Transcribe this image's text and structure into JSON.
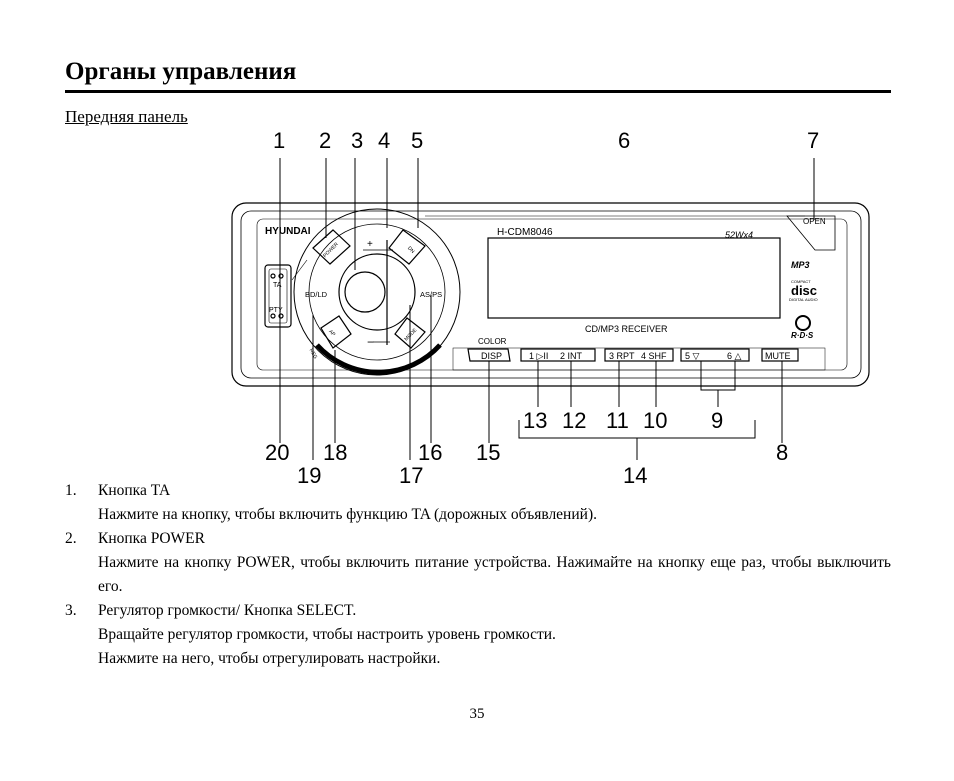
{
  "header": {
    "title": "Органы управления",
    "subtitle": "Передняя панель"
  },
  "diagram": {
    "callouts_top": [
      "1",
      "2",
      "3",
      "4",
      "5",
      "6",
      "7"
    ],
    "callouts_bottom_row1": [
      "20",
      "18",
      "16",
      "15",
      "8"
    ],
    "callouts_bottom_row2": [
      "19",
      "17",
      "14"
    ],
    "callouts_middle": [
      "13",
      "12",
      "11",
      "10",
      "9"
    ],
    "panel": {
      "brand": "HYUNDAI",
      "model": "H-CDM8046",
      "power_rating": "52Wx4",
      "receiver_label": "CD/MP3 RECEIVER",
      "open": "OPEN",
      "color": "COLOR",
      "mp3": "MP3",
      "compact": "COMPACT",
      "disc": "disc",
      "digital_audio": "DIGITAL AUDIO",
      "rds": "R·D·S",
      "ta": "TA",
      "pty": "PTY",
      "bd_ld": "BD/LD",
      "as_ps": "AS/PS",
      "power_btn": "POWER",
      "dn_btn": "DN",
      "ap_btn": "AP",
      "mode_btn": "MODE",
      "reg": "REG",
      "plus": "+",
      "minus": "−",
      "buttons": {
        "disp": "DISP",
        "b1": "1 ▷II",
        "b2": "2 INT",
        "b3": "3 RPT",
        "b4": "4 SHF",
        "b5": "5 ▽",
        "b6": "6 △",
        "mute": "MUTE"
      }
    }
  },
  "items": [
    {
      "num": "1.",
      "title": "Кнопка TA",
      "lines": [
        "Нажмите на кнопку, чтобы включить функцию TA (дорожных объявлений)."
      ]
    },
    {
      "num": "2.",
      "title": "Кнопка POWER",
      "lines": [
        "Нажмите на кнопку POWER, чтобы включить питание устройства. Нажимайте на кнопку еще раз, чтобы выключить его."
      ]
    },
    {
      "num": "3.",
      "title": "Регулятор громкости/ Кнопка SELECT.",
      "lines": [
        "Вращайте регулятор громкости, чтобы настроить уровень громкости.",
        "Нажмите на него, чтобы отрегулировать настройки."
      ]
    }
  ],
  "footer": {
    "page_number": "35"
  }
}
